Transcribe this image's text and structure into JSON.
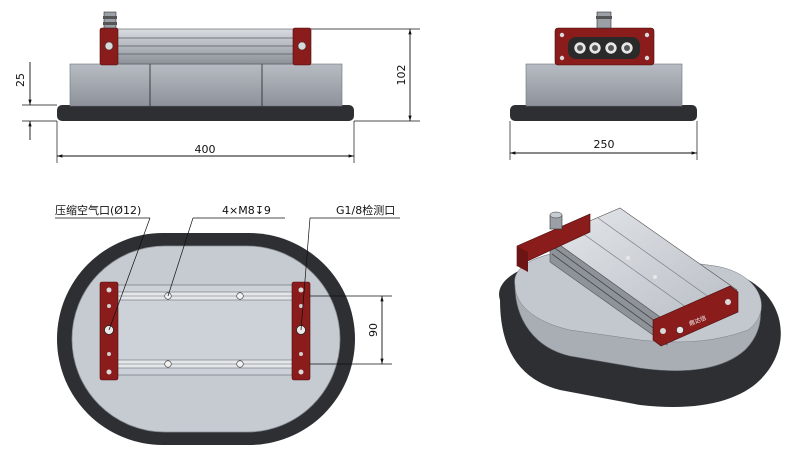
{
  "dimensions": {
    "height_base": "25",
    "height_total": "102",
    "width_front": "400",
    "width_side": "250",
    "slot_spacing": "90"
  },
  "callouts": {
    "air_inlet": "压缩空气口(Ø12)",
    "mount_holes": "4×M8↧9",
    "test_port": "G1/8检测口"
  },
  "branding": {
    "iso_logo_text": "鼎达信"
  },
  "colors": {
    "red_endplate": "#8a1c1c",
    "gray_body": "#9ea3ab",
    "dark_base": "#2e2f33",
    "light_top": "#cfd4da"
  }
}
